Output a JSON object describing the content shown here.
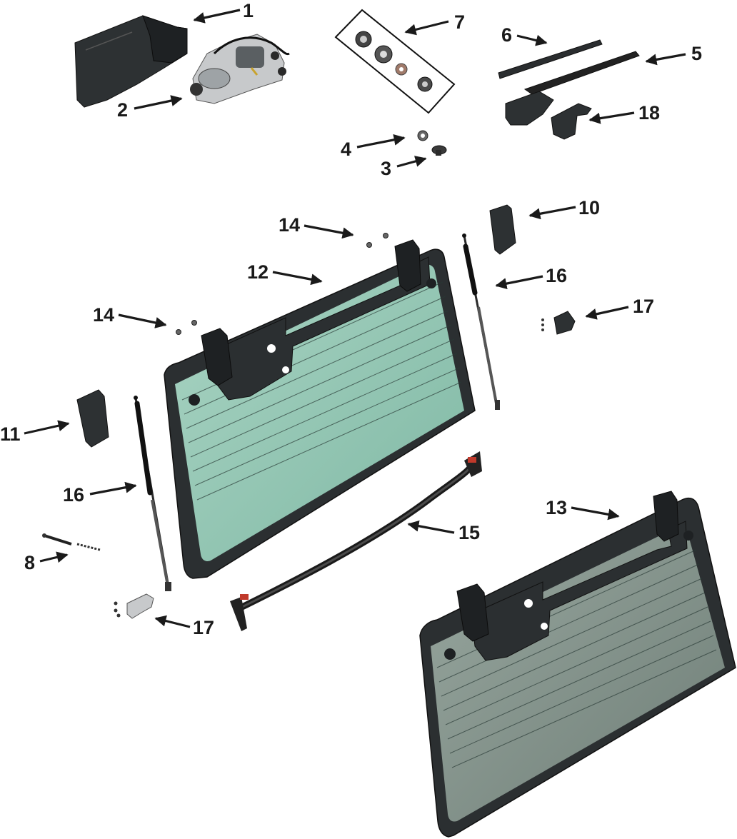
{
  "callouts": {
    "c1": "1",
    "c2": "2",
    "c3": "3",
    "c4": "4",
    "c5": "5",
    "c6": "6",
    "c7": "7",
    "c8": "8",
    "c10": "10",
    "c11": "11",
    "c12": "12",
    "c13": "13",
    "c14a": "14",
    "c14b": "14",
    "c15": "15",
    "c16a": "16",
    "c16b": "16",
    "c17a": "17",
    "c17b": "17",
    "c18": "18"
  },
  "colors": {
    "background": "#ffffff",
    "tinted_glass": "#8fc2b0",
    "dark_glass": "#7d8c84",
    "frame": "#2b2f31",
    "callout": "#1a1a1a"
  }
}
